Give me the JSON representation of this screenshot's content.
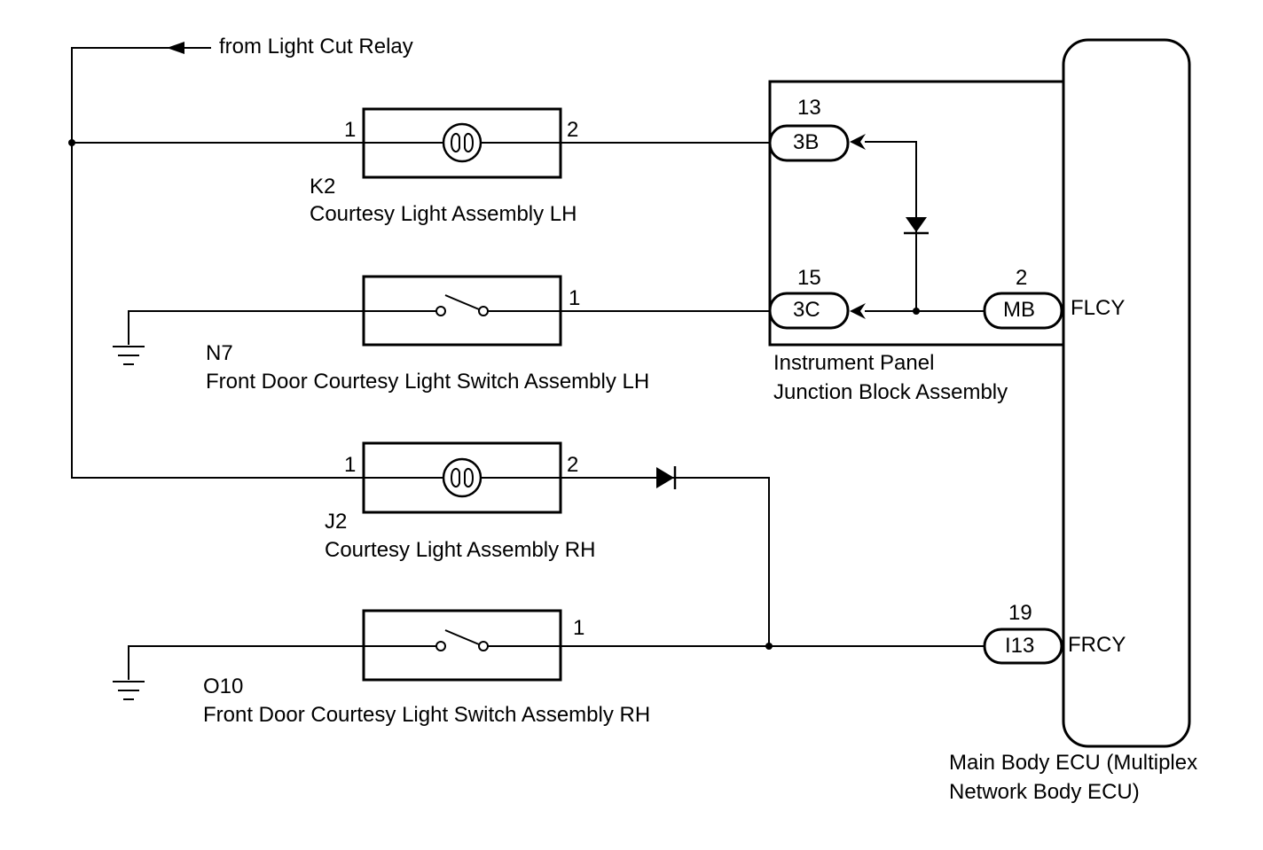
{
  "relay_feed": {
    "label": "from Light Cut Relay"
  },
  "courtesy_lh": {
    "code": "K2",
    "name": "Courtesy Light Assembly LH",
    "pin_left": "1",
    "pin_right": "2"
  },
  "switch_lh": {
    "code": "N7",
    "name": "Front Door Courtesy Light Switch Assembly LH",
    "pin_right": "1"
  },
  "courtesy_rh": {
    "code": "J2",
    "name": "Courtesy Light Assembly RH",
    "pin_left": "1",
    "pin_right": "2"
  },
  "switch_rh": {
    "code": "O10",
    "name": "Front Door Courtesy Light Switch Assembly RH",
    "pin_right": "1"
  },
  "junction_block": {
    "name_line1": "Instrument Panel",
    "name_line2": "Junction Block Assembly",
    "connectors": [
      {
        "pin": "13",
        "code": "3B"
      },
      {
        "pin": "15",
        "code": "3C"
      },
      {
        "pin": "2",
        "code": "MB"
      }
    ]
  },
  "ecu": {
    "name_line1": "Main Body ECU (Multiplex",
    "name_line2": "Network Body ECU)",
    "terminals": [
      {
        "signal": "FLCY"
      },
      {
        "signal": "FRCY",
        "pin": "19",
        "code": "I13"
      }
    ]
  }
}
